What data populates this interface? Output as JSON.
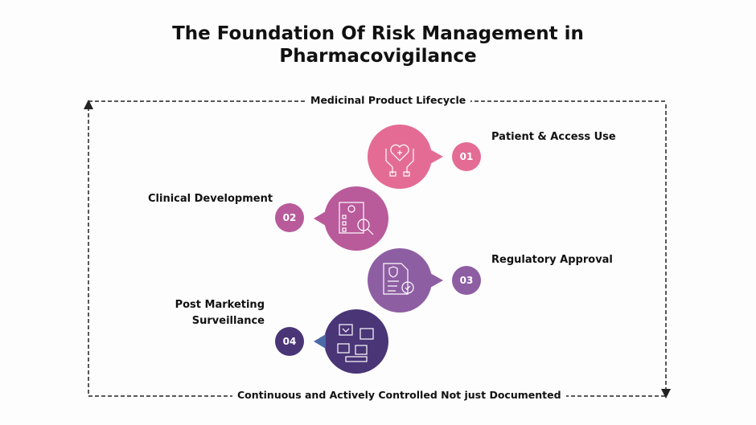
{
  "title_line1": "The Foundation Of Risk Management in",
  "title_line2": "Pharmacovigilance",
  "top_label": "Medicinal Product Lifecycle",
  "bottom_label": "Continuous and Actively Controlled Not just Documented",
  "steps": [
    {
      "num": "01",
      "label": "Patient & Access Use",
      "icon": "hands-heart-icon",
      "color": "#e46c94"
    },
    {
      "num": "02",
      "label": "Clinical Development",
      "icon": "document-search-icon",
      "color": "#b95a9b"
    },
    {
      "num": "03",
      "label": "Regulatory Approval",
      "icon": "certificate-icon",
      "color": "#8e5ea3"
    },
    {
      "num": "04",
      "label_line1": "Post Marketing",
      "label_line2": "Surveillance",
      "icon": "social-feedback-icon",
      "color": "#4a3577"
    }
  ]
}
